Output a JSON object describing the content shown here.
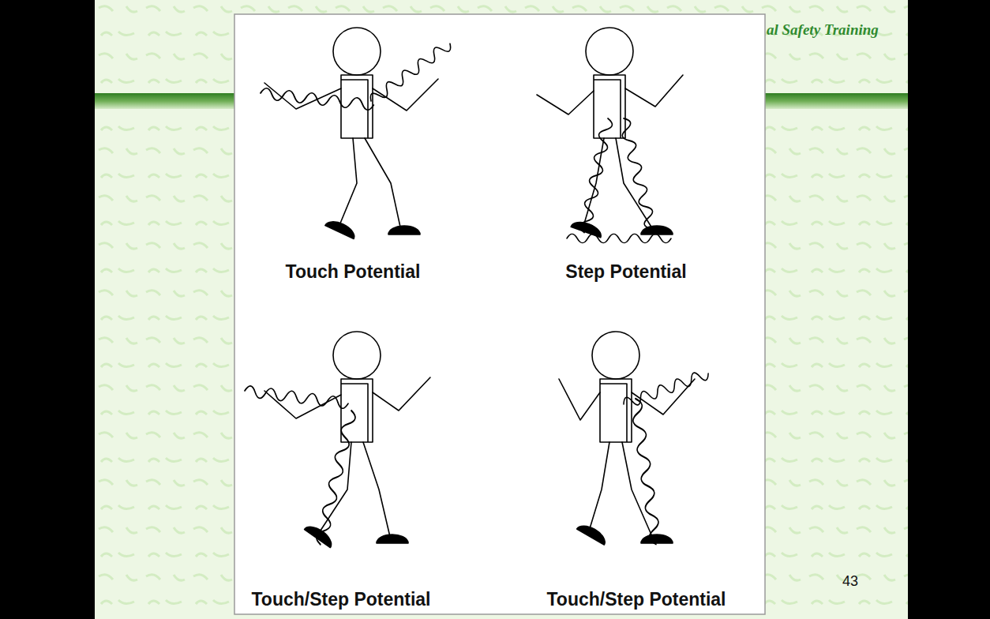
{
  "diagram": {
    "labels": [
      "al Safety Training",
      "Touch Potential",
      "Step Potential",
      "Touch/Step Potential",
      "Touch/Step Potential",
      "43"
    ]
  }
}
